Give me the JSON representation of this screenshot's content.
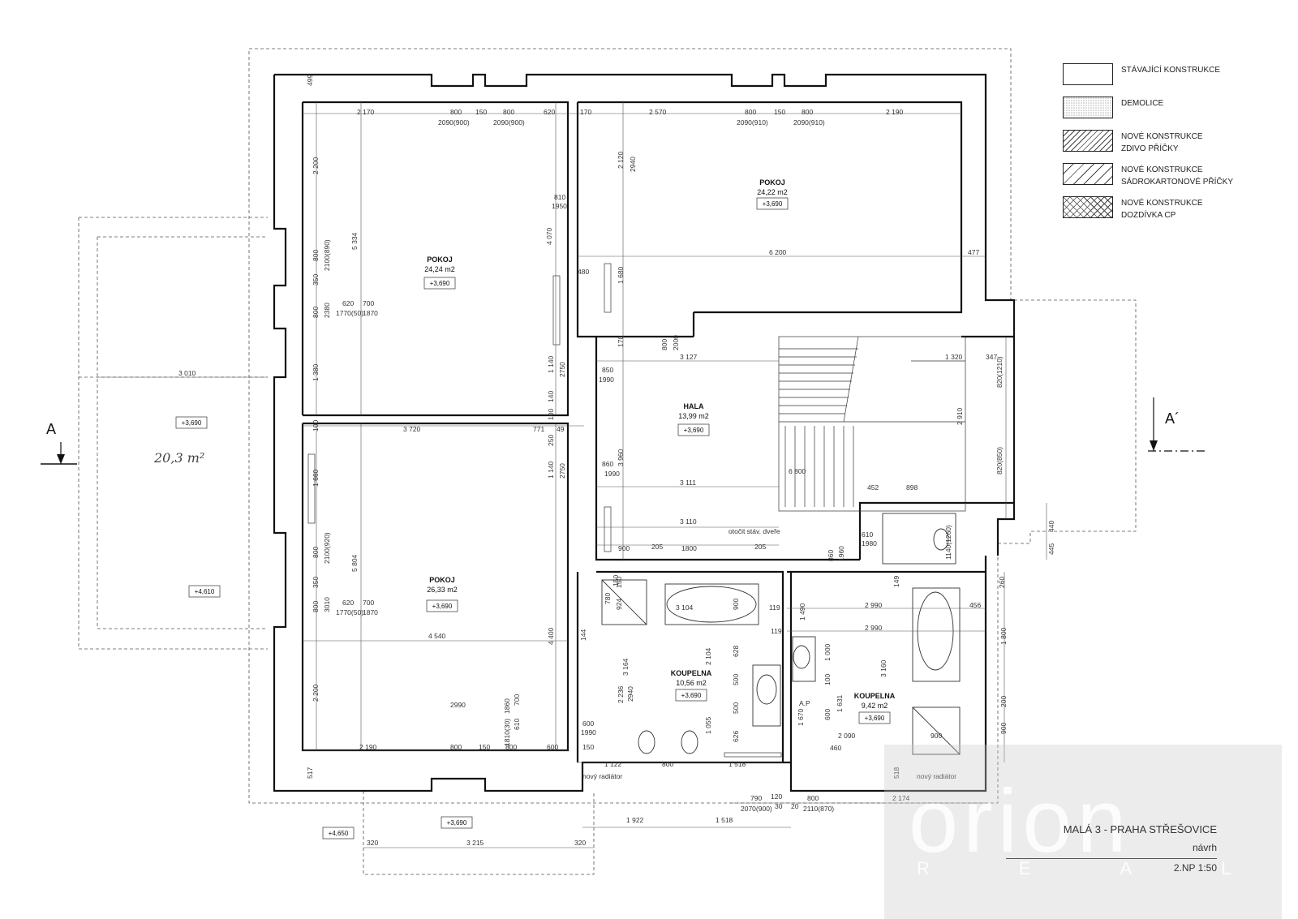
{
  "legend": [
    {
      "label": "STÁVAJÍCÍ KONSTRUKCE",
      "pattern": "blank-pattern-icon"
    },
    {
      "label": "DEMOLICE",
      "pattern": "stipple-pattern-icon"
    },
    {
      "label": "NOVÉ KONSTRUKCE\nZDIVO PŘÍČKY",
      "pattern": "hatch-dense-pattern-icon"
    },
    {
      "label": "NOVÉ KONSTRUKCE\nSÁDROKARTONOVÉ PŘÍČKY",
      "pattern": "hatch-sparse-pattern-icon"
    },
    {
      "label": "NOVÉ KONSTRUKCE\nDOZDÍVKA CP",
      "pattern": "crosshatch-pattern-icon"
    }
  ],
  "rooms": {
    "pokoj_nw": {
      "name": "POKOJ",
      "area": "24,24 m2",
      "level": "+3,690"
    },
    "pokoj_ne": {
      "name": "POKOJ",
      "area": "24,22 m2",
      "level": "+3,690"
    },
    "hala": {
      "name": "HALA",
      "area": "13,99 m2",
      "level": "+3,690"
    },
    "pokoj_sw": {
      "name": "POKOJ",
      "area": "26,33 m2",
      "level": "+3,690"
    },
    "koupelna_1": {
      "name": "KOUPELNA",
      "area": "10,56 m2",
      "level": "+3,690"
    },
    "koupelna_2": {
      "name": "KOUPELNA",
      "area": "9,42 m2",
      "level": "+3,690"
    }
  },
  "levels": {
    "terrace": "+3,690",
    "terrace_low": "+4,610",
    "entry": "+3,690",
    "entry_low": "+4,650"
  },
  "notes": {
    "terrace_area_handwritten": "20,3 m²",
    "door_note": "otočit stáv. dveře",
    "radiator_1": "nový radiátor",
    "radiator_2": "nový radiátor",
    "ap": "A.P"
  },
  "section_marks": {
    "left": "A",
    "right": "A´"
  },
  "dims": {
    "d499": "499",
    "d2170": "2 170",
    "d800a": "800",
    "d150a": "150",
    "d800b": "800",
    "d620": "620",
    "d2090a": "2090(900)",
    "d2090b": "2090(900)",
    "d170": "170",
    "d2570": "2 570",
    "d800c": "800",
    "d150b": "150",
    "d800d": "800",
    "d2190t": "2 190",
    "d2090c": "2090(910)",
    "d2090d": "2090(910)",
    "d2200a": "2 200",
    "d800e": "800",
    "d2100a": "2100(890)",
    "d5334": "5 334",
    "d350a": "350",
    "d800f": "800",
    "d2380": "2380",
    "d620b": "620",
    "d700a": "700",
    "d1770a": "1770(50)",
    "d1870a": "1870",
    "d1380": "1 380",
    "d3010": "3 010",
    "d2120": "2 120",
    "d2940a": "2940",
    "d4070": "4 070",
    "d810": "810",
    "d1950": "1950",
    "d6200": "6 200",
    "d477": "477",
    "d480": "480",
    "d1680": "1 680",
    "d170b": "170",
    "d800g": "800",
    "d2000": "2000",
    "d3127": "3 127",
    "d850": "850",
    "d1990a": "1990",
    "d1140a": "1 140",
    "d2750a": "2750",
    "d140": "140",
    "d100a": "100",
    "d1320": "1 320",
    "d347": "347",
    "d820a": "820(1210)",
    "d2910": "2 910",
    "d820b": "820(850)",
    "d100b": "100",
    "d3720": "3 720",
    "d771": "771",
    "d49": "49",
    "d250": "250",
    "d1660": "1 660",
    "d3960": "3 960",
    "d860": "860",
    "d1990b": "1990",
    "d1140b": "1 140",
    "d2750b": "2750",
    "d6800": "6 800",
    "d3111": "3 111",
    "d452": "452",
    "d898": "898",
    "d3110": "3 110",
    "d610": "610",
    "d1980": "1980",
    "d1140c": "1140(1260)",
    "d440": "440",
    "d445": "445",
    "d900a": "900",
    "d205a": "205",
    "d1800": "1800",
    "d205b": "205",
    "d800h": "800",
    "d2100b": "2100(920)",
    "d350b": "350",
    "d800i": "800",
    "d3010b": "3010",
    "d620c": "620",
    "d700b": "700",
    "d1770b": "1770(50)",
    "d1870b": "1870",
    "d5804": "5 804",
    "d4540": "4 540",
    "d4400": "4 400",
    "d150c": "150",
    "d780": "780",
    "d924": "924",
    "d150d": "150",
    "d3104": "3 104",
    "d900b": "900",
    "d119a": "119",
    "d119b": "119",
    "d144": "144",
    "d2104": "2 104",
    "d628": "628",
    "d500a": "500",
    "d500b": "500",
    "d3164": "3 164",
    "d2236": "2 236",
    "d2940b": "2940",
    "d1055": "1 055",
    "d626": "626",
    "d149": "149",
    "d2990a": "2 990",
    "d456": "456",
    "d2990b": "2 990",
    "d260": "260",
    "d1490": "1 490",
    "d1000": "1 000",
    "d3160": "3 160",
    "d1800b": "1 800",
    "d100c": "100",
    "d1631": "1 631",
    "d200": "200",
    "d600a": "600",
    "d1670": "1 670",
    "d2090e": "2 090",
    "d900c": "900",
    "d900d": "900",
    "d460": "460",
    "d518": "518",
    "d2200b": "2 200",
    "d2990c": "2990",
    "d1860": "1860",
    "d700c": "700",
    "d1810": "1810(30)",
    "d610b": "610",
    "d600b": "600",
    "d1990c": "1990",
    "d150e": "150",
    "d2190b": "2 190",
    "d800j": "800",
    "d150f": "150",
    "d800k": "800",
    "d600c": "600",
    "d517": "517",
    "d1122": "1 122",
    "d800l": "800",
    "d1518a": "1 518",
    "d790": "790",
    "d120": "120",
    "d800m": "800",
    "d2174": "2 174",
    "d2070": "2070(900)",
    "d30": "30",
    "d20": "20",
    "d2110": "2110(870)",
    "d1922": "1 922",
    "d1518b": "1 518",
    "d320a": "320",
    "d3215": "3 215",
    "d320b": "320",
    "d860b": "860",
    "d1960": "1960"
  },
  "title_block": {
    "project": "MALÁ 3 - PRAHA STŘEŠOVICE",
    "subtitle": "návrh",
    "scale": "2.NP  1:50"
  },
  "watermark": {
    "brand": "orion",
    "sub": "REAL"
  }
}
